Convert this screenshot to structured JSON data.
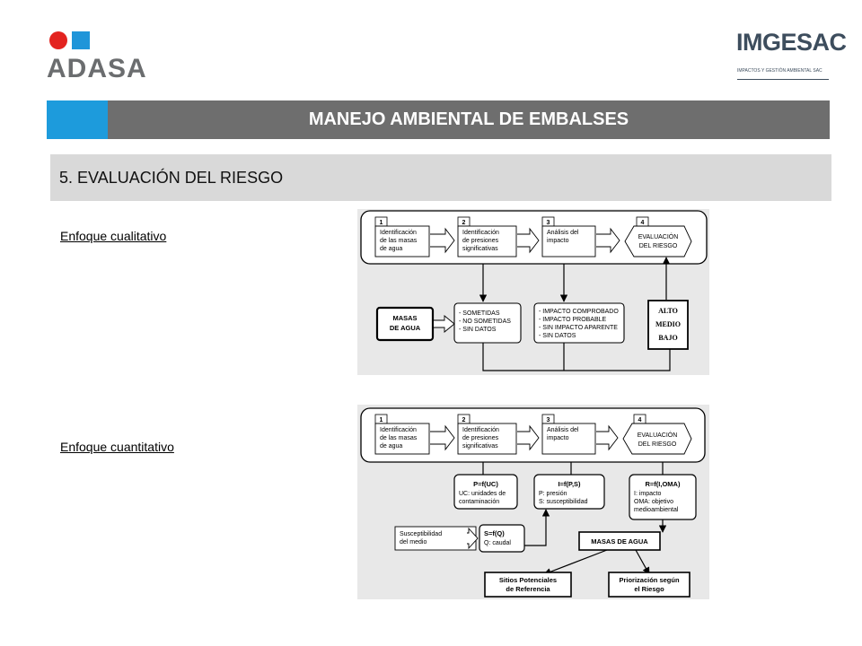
{
  "logos": {
    "left_brand": "ADASA",
    "right_brand": "IMGESAC",
    "right_tagline": "IMPACTOS Y GESTIÓN AMBIENTAL SAC"
  },
  "header": {
    "title": "MANEJO AMBIENTAL DE EMBALSES"
  },
  "section": {
    "title": "5. EVALUACIÓN DEL RIESGO"
  },
  "labels": {
    "qualitative": "Enfoque cualitativo",
    "quantitative": "Enfoque cuantitativo"
  },
  "steps": [
    {
      "number": "1",
      "lines": [
        "Identificación",
        "de las masas",
        "de agua"
      ]
    },
    {
      "number": "2",
      "lines": [
        "Identificación",
        "de presiones",
        "significativas"
      ]
    },
    {
      "number": "3",
      "lines": [
        "Análisis del",
        "impacto"
      ]
    },
    {
      "number": "4",
      "lines": [
        "EVALUACIÓN",
        "DEL RIESGO"
      ]
    }
  ],
  "qualitative": {
    "water_bodies": [
      "MASAS",
      "DE AGUA"
    ],
    "pressure_results": [
      "- SOMETIDAS",
      "- NO SOMETIDAS",
      "- SIN DATOS"
    ],
    "impact_results": [
      "- IMPACTO COMPROBADO",
      "- IMPACTO PROBABLE",
      "- SIN IMPACTO APARENTE",
      "- SIN DATOS"
    ],
    "risk_levels": [
      "ALTO",
      "MEDIO",
      "BAJO"
    ]
  },
  "quantitative": {
    "pressure_formula": {
      "title": "P=f(UC)",
      "lines": [
        "UC: unidades de",
        "contaminación"
      ]
    },
    "impact_formula": {
      "title": "I=f(P,S)",
      "lines": [
        "P: presión",
        "S: susceptibilidad"
      ]
    },
    "risk_formula": {
      "title": "R=f(I,OMA)",
      "lines": [
        "I: impacto",
        "OMA: objetivo",
        "medioambiental"
      ]
    },
    "susceptibility_input": [
      "Susceptibilidad",
      "del medio"
    ],
    "susceptibility_formula": {
      "title": "S=f(Q)",
      "lines": [
        "Q: caudal"
      ]
    },
    "water_bodies": "MASAS DE AGUA",
    "outputs": [
      [
        "Sitios Potenciales",
        "de Referencia"
      ],
      [
        "Priorización según",
        "el Riesgo"
      ]
    ]
  }
}
